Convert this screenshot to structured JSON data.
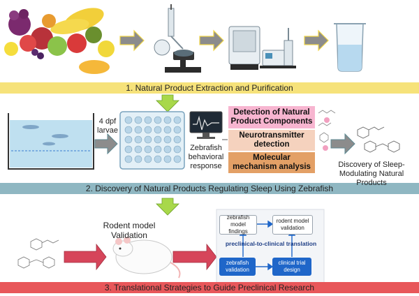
{
  "banners": {
    "stage1": "1. Natural Product Extraction and Purification",
    "stage2": "2. Discovery of Natural Products Regulating Sleep Using Zebrafish",
    "stage3": "3. Translational Strategies to Guide Preclinical Research"
  },
  "stage2": {
    "larvae_label": "4 dpf\nlarvae",
    "behavior_label": "Zebrafish\nbehavioral\nresponse",
    "box_detection": "Detection of Natural\nProduct Components",
    "box_neuro": "Neurotransmitter\ndetection",
    "box_molecular": "Molecular\nmechanism analysis",
    "discovery_label": "Discovery of Sleep-\nModulating Natural Products"
  },
  "stage3": {
    "rodent_label": "Rodent model\nValidation",
    "flow": {
      "zf_findings": "zebrafish model\nfindings",
      "rodent_validation": "rodent model\nvalidation",
      "translation": "preclinical-to-clinical translation",
      "zf_validation": "zebrafish\nvalidation",
      "clinical_design": "clinical trial\ndesign"
    }
  },
  "colors": {
    "banner1": "#f6e27a",
    "banner2": "#8fb7c2",
    "banner3": "#e8575a",
    "arrow_gray": "#8c8c8c",
    "arrow_green": "#a8d84a",
    "arrow_red": "#d6455a",
    "box_pink": "#f7b5d0",
    "box_peach": "#f5d2be",
    "box_orange": "#e3a066",
    "flow_blue": "#1f66c9"
  }
}
